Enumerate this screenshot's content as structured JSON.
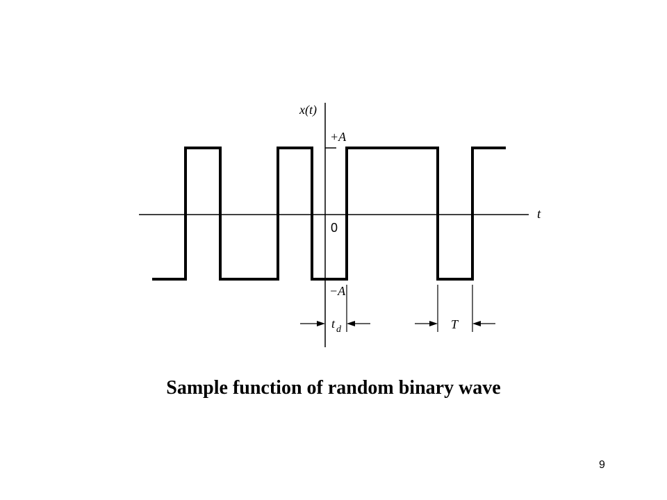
{
  "diagram": {
    "y_axis_label": "x(t)",
    "x_axis_label": "t",
    "origin_label": "0",
    "plus_level_label": "+A",
    "minus_level_label": "−A",
    "delay_label": "t",
    "delay_subscript": "d",
    "period_label": "T"
  },
  "caption": "Sample function of random binary wave",
  "page_number": "9"
}
